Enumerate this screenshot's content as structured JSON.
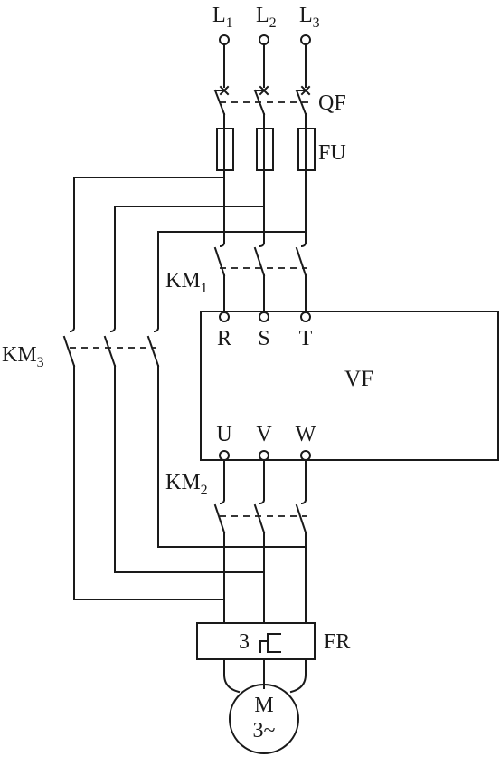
{
  "supply": {
    "l1": {
      "main": "L",
      "sub": "1"
    },
    "l2": {
      "main": "L",
      "sub": "2"
    },
    "l3": {
      "main": "L",
      "sub": "3"
    }
  },
  "components": {
    "breaker": "QF",
    "fuse": "FU",
    "km1": {
      "main": "KM",
      "sub": "1"
    },
    "km2": {
      "main": "KM",
      "sub": "2"
    },
    "km3": {
      "main": "KM",
      "sub": "3"
    },
    "inverter": {
      "name": "VF",
      "inputs": [
        "R",
        "S",
        "T"
      ],
      "outputs": [
        "U",
        "V",
        "W"
      ]
    },
    "overload": {
      "name": "FR",
      "poles": "3"
    },
    "motor": {
      "line1": "M",
      "line2": "3~"
    }
  },
  "colors": {
    "line": "#1a1a1a",
    "background": "#ffffff"
  }
}
